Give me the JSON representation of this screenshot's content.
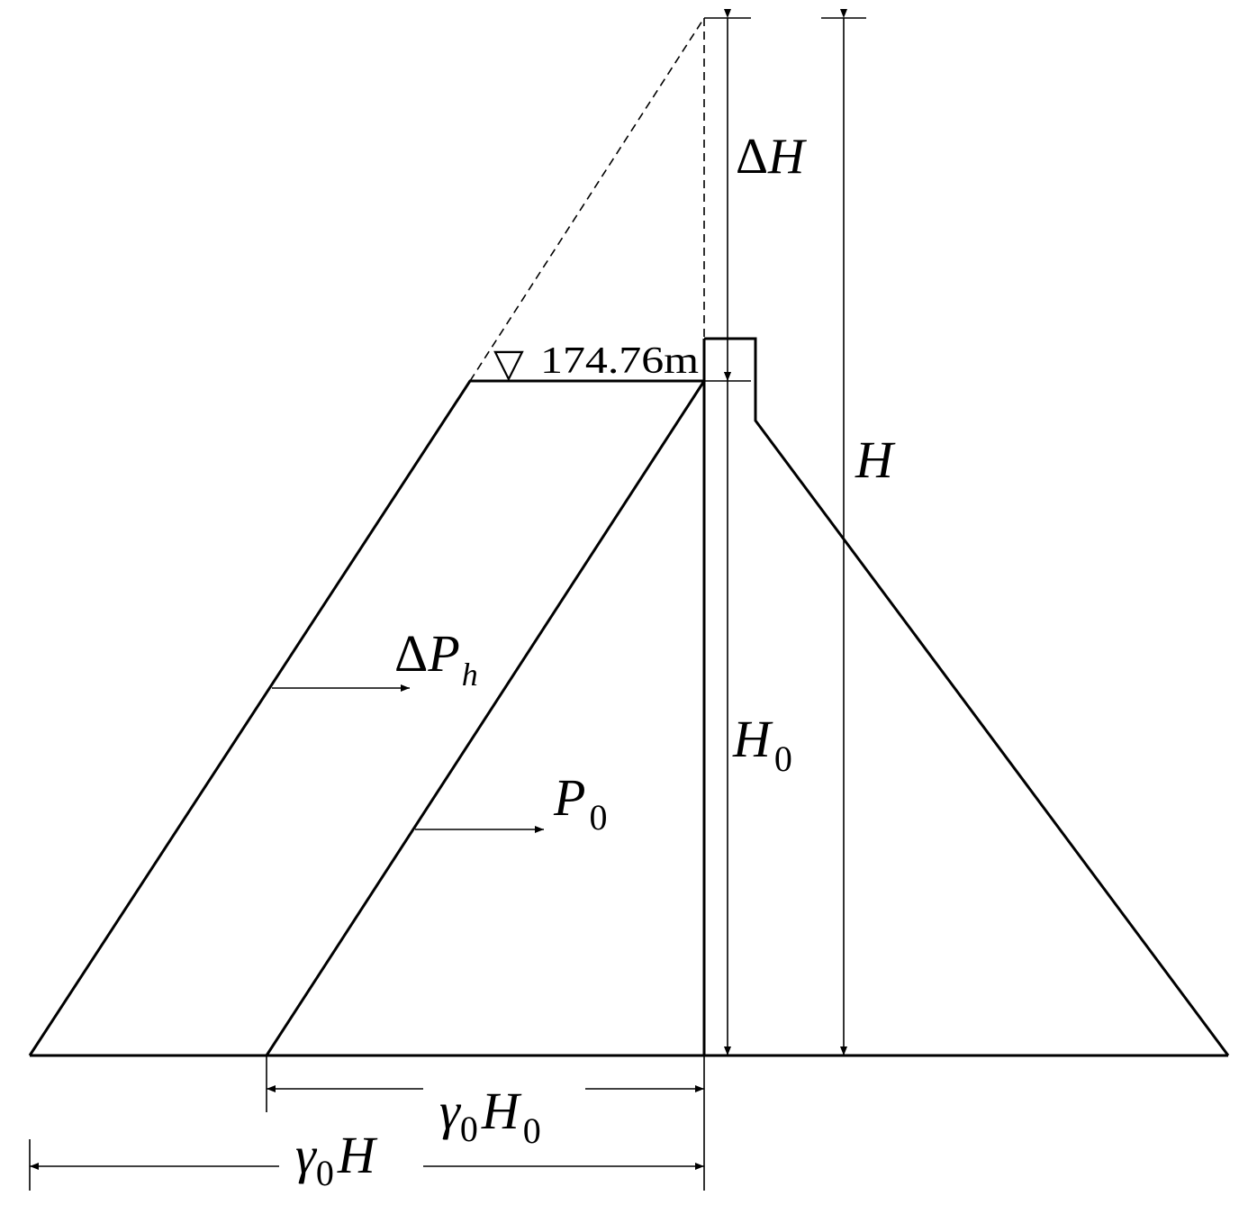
{
  "labels": {
    "delta_h": {
      "delta": "Δ",
      "main": "H"
    },
    "h": {
      "main": "H"
    },
    "h0": {
      "main": "H",
      "sub": "0"
    },
    "delta_ph": {
      "delta": "Δ",
      "main": "P",
      "sub": "h"
    },
    "p0": {
      "main": "P",
      "sub": "0"
    },
    "gamma0_h0": {
      "gamma": "γ",
      "gsub": "0",
      "main": "H",
      "sub": "0"
    },
    "gamma0_h": {
      "gamma": "γ",
      "gsub": "0",
      "main": "H"
    }
  },
  "water_level": {
    "symbol": "▽",
    "value": "174.76m"
  },
  "colors": {
    "line": "#000000",
    "background": "#ffffff"
  }
}
